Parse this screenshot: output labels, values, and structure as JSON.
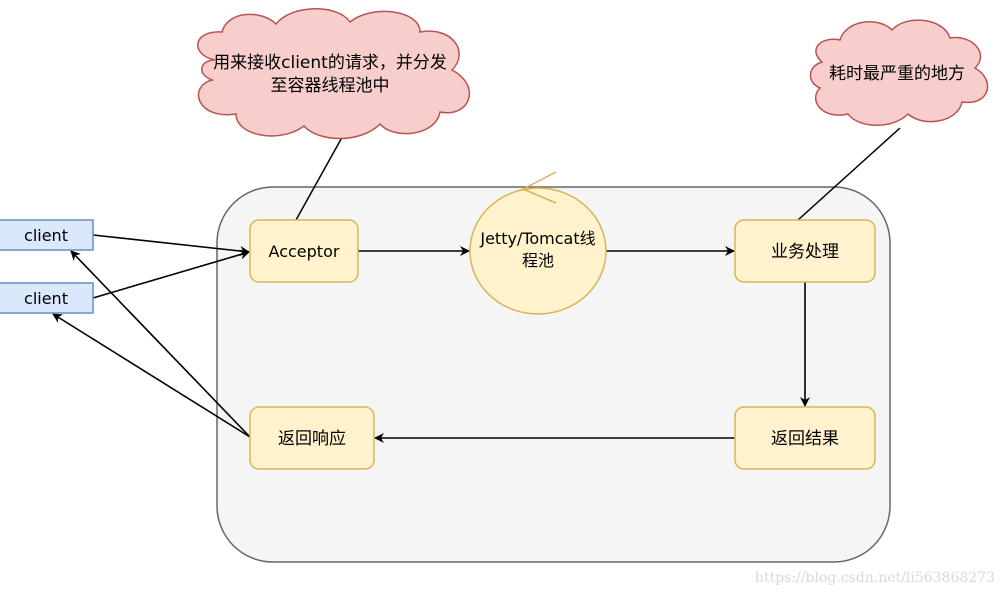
{
  "diagram": {
    "title": "Servlet container request handling flow",
    "container_label": "",
    "nodes": {
      "client1": {
        "label": "client"
      },
      "client2": {
        "label": "client"
      },
      "acceptor": {
        "label": "Acceptor"
      },
      "thread_pool": {
        "line1": "Jetty/Tomcat线",
        "line2": "程池"
      },
      "business": {
        "label": "业务处理"
      },
      "return_result": {
        "label": "返回结果"
      },
      "return_response": {
        "label": "返回响应"
      }
    },
    "notes": {
      "acceptor_note": {
        "line1": "用来接收client的请求，并分发",
        "line2": "至容器线程池中"
      },
      "business_note": {
        "label": "耗时最严重的地方"
      }
    },
    "edges": [
      {
        "from": "client1",
        "to": "acceptor"
      },
      {
        "from": "client2",
        "to": "acceptor"
      },
      {
        "from": "acceptor",
        "to": "thread_pool"
      },
      {
        "from": "thread_pool",
        "to": "business"
      },
      {
        "from": "business",
        "to": "return_result"
      },
      {
        "from": "return_result",
        "to": "return_response"
      },
      {
        "from": "return_response",
        "to": "client1"
      },
      {
        "from": "return_response",
        "to": "client2"
      }
    ],
    "colors": {
      "client_fill": "#dae8fc",
      "client_stroke": "#6c8ebf",
      "process_fill": "#fff2cc",
      "process_stroke": "#d6b656",
      "note_fill": "#f8cecc",
      "note_stroke": "#b85450",
      "container_fill": "#f5f5f5",
      "container_stroke": "#666666"
    }
  },
  "watermark": "https://blog.csdn.net/li563868273"
}
